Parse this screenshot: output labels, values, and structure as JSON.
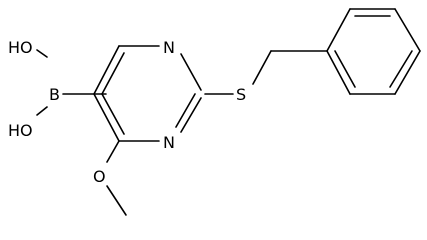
{
  "molecule": {
    "atoms": {
      "oh_top": "HO",
      "oh_bottom": "HO",
      "boron": "B",
      "n_top": "N",
      "n_bottom": "N",
      "sulfur": "S",
      "oxygen": "O"
    }
  }
}
